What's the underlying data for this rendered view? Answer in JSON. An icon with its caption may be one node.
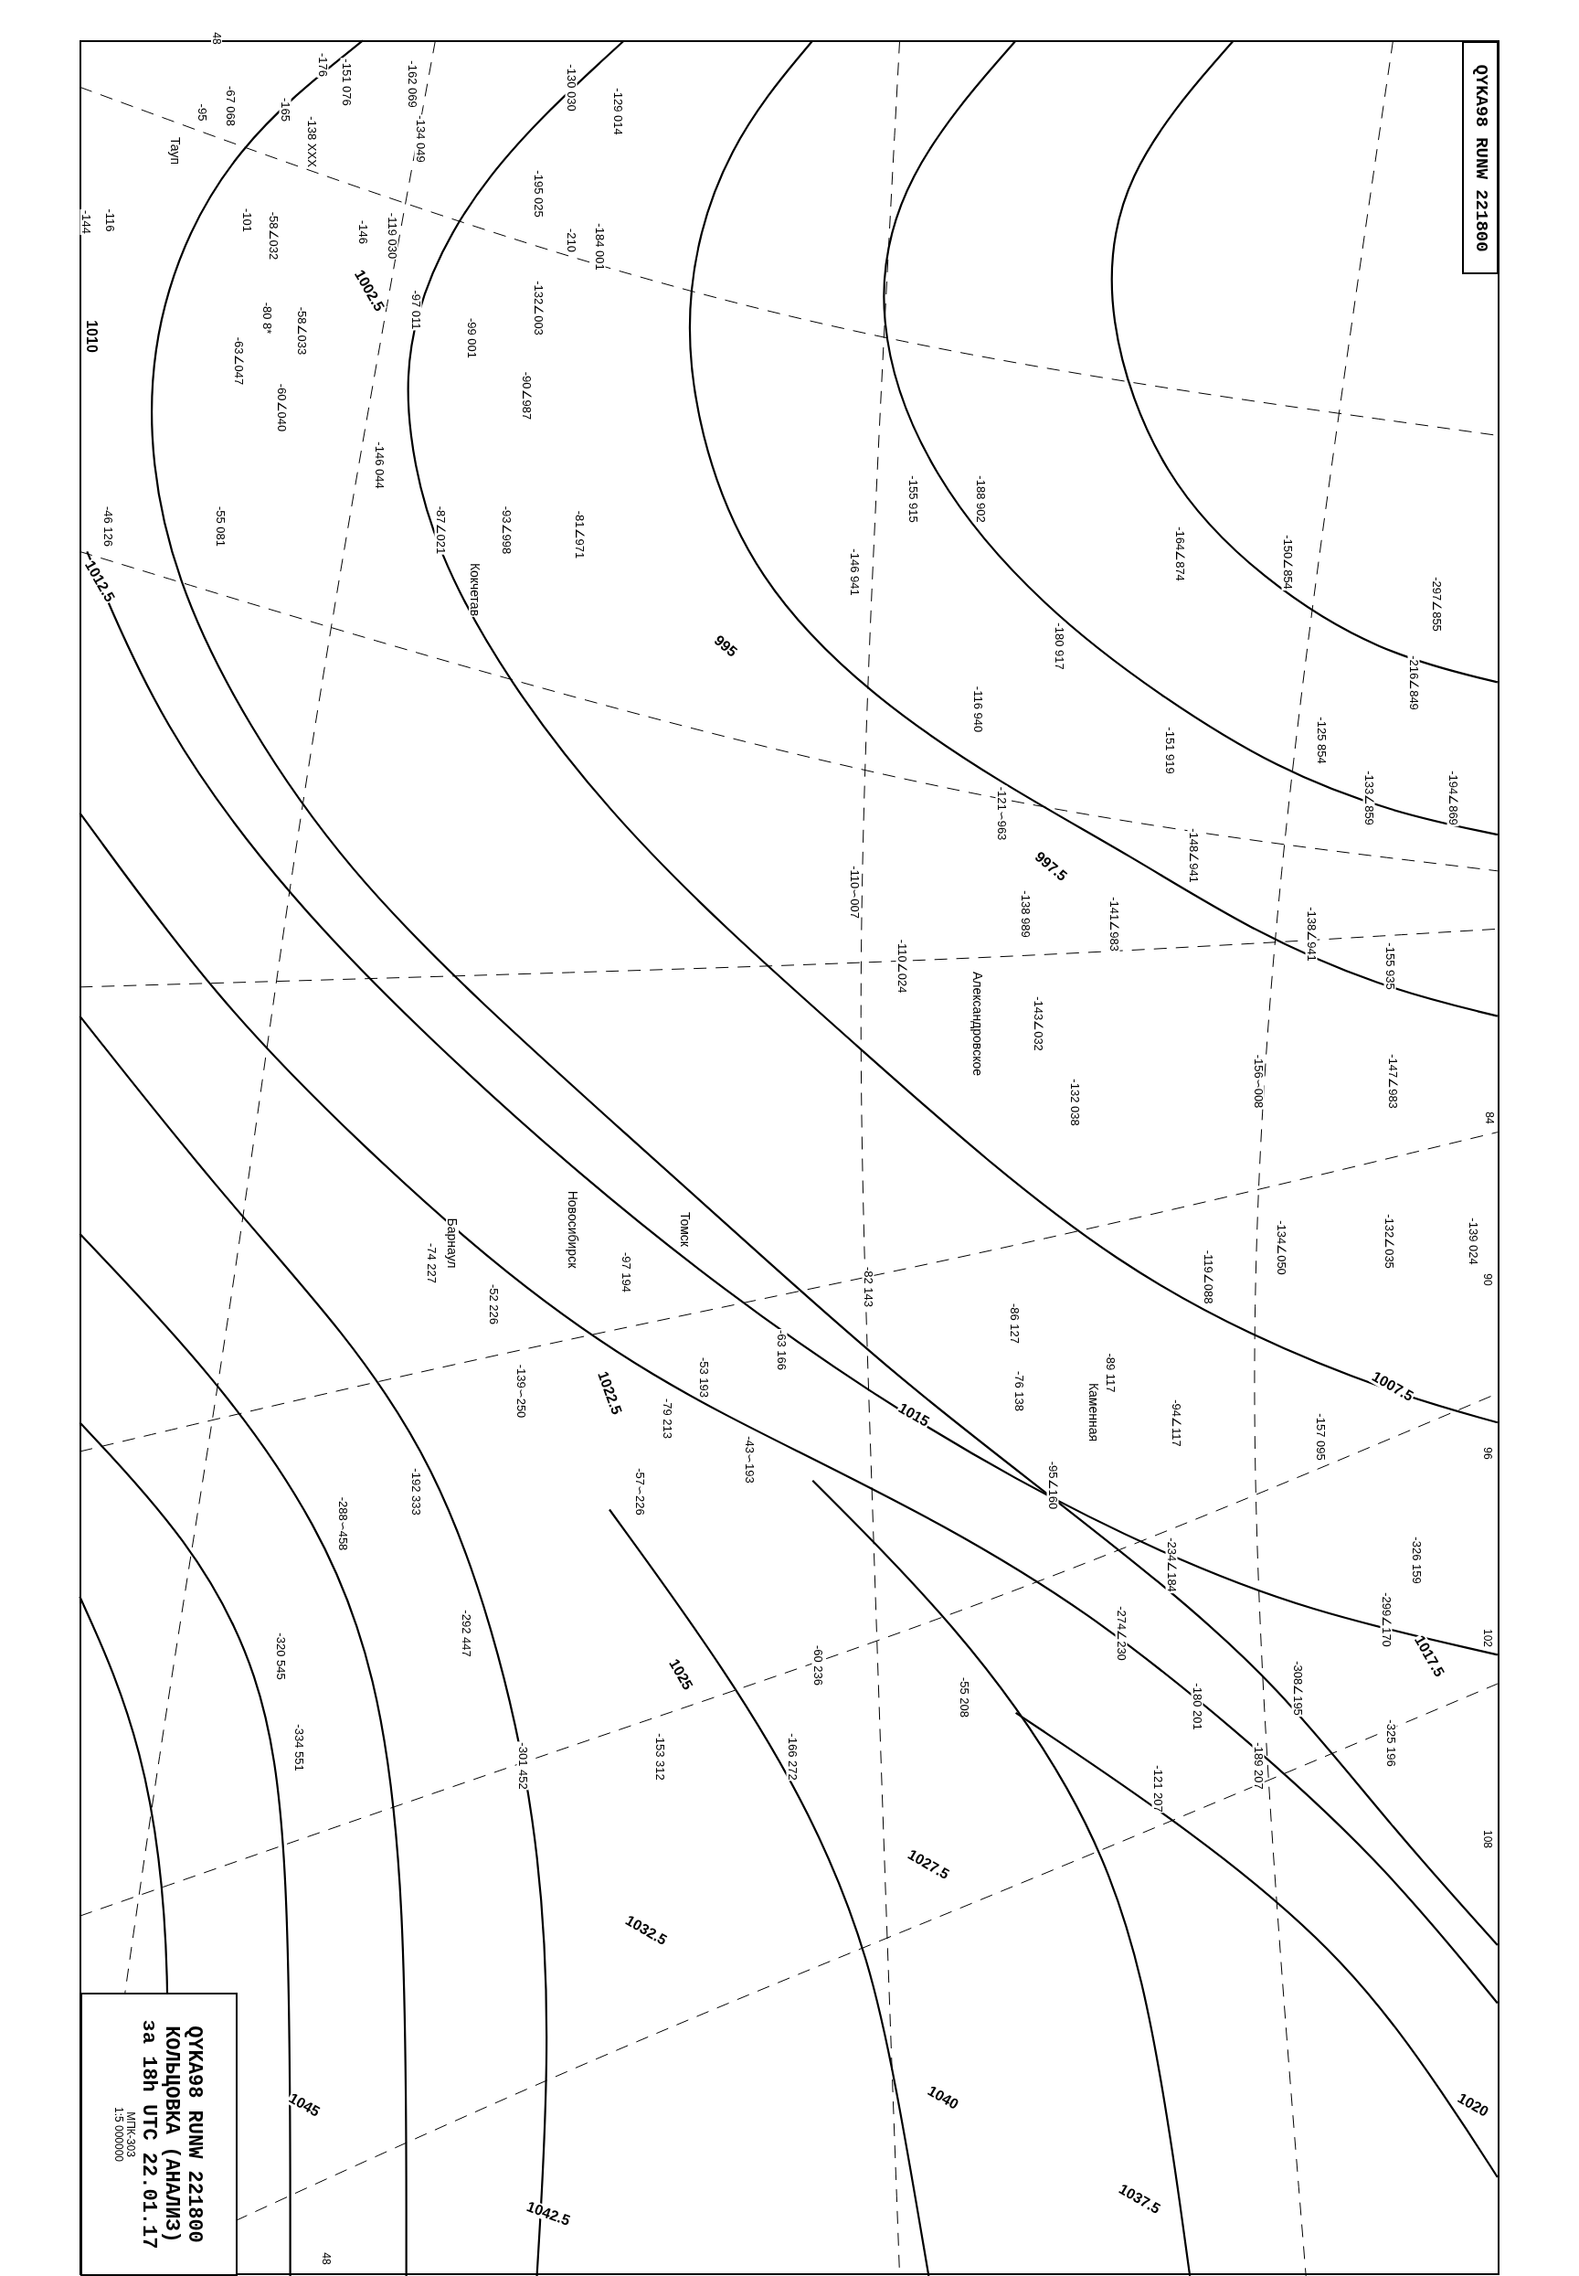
{
  "diagram": {
    "nodes": [
      {
        "text": [
          "QYKA98 RUNW 221800"
        ]
      },
      {
        "text": [
          "QYKA98 RUNW 221800",
          "КОЛЬЦОВКА (АНАЛИЗ)",
          "за 18h UTC 22.01.17",
          "МПК-303",
          "1:5 000000"
        ]
      }
    ],
    "labels": [
      "48",
      "Тауп",
      "-67 068",
      "-95",
      "-176",
      "-151 076",
      "-165",
      "-138 XXX",
      "-162 069",
      "-134 049",
      "-130 030",
      "-129 014",
      "-195 025",
      "-210",
      "-184 001",
      "-116",
      "-144",
      "1010",
      "-101",
      "-58∠032",
      "-146",
      "-119 030",
      "1002.5",
      "-58∠033",
      "-80 8*",
      "-97 011",
      "-99 001",
      "-132∠003",
      "-63∠047",
      "-60∠040",
      "-90∠987",
      "-146 044",
      "-46 126",
      "-55 081",
      "1012.5",
      "-87∠021",
      "-93∠998",
      "-81∠971",
      "Кокчетав",
      "-146 941",
      "-155 915",
      "-188 902",
      "995",
      "-164∠874",
      "-150∠854",
      "-297∠855",
      "-216∠849",
      "-180 917",
      "-116 940",
      "-151 919",
      "-125 854",
      "-133∠859",
      "-194∠869",
      "-121∽963",
      "-148∠941",
      "997.5",
      "-138 989",
      "-141∠983",
      "-110∽007",
      "-138∠941",
      "-155 935",
      "-110∠024",
      "Александровское",
      "-143∠032",
      "-156∽008",
      "-147∠983",
      "-132 038",
      "84",
      "-139 024",
      "-132∠035",
      "-134∠050",
      "-119∠088",
      "90",
      "-86 127",
      "-89 117",
      "-76 138",
      "-94∠117",
      "-157 095",
      "-82 143",
      "1007.5",
      "-95∠160",
      "Томск",
      "Новосибирск",
      "Барнаул",
      "-74 227",
      "-97 194",
      "-63 166",
      "-52 226",
      "Каменная",
      "1015",
      "-53 193",
      "-79 213",
      "-139∽250",
      "1022.5",
      "-43∽193",
      "-57∽226",
      "96",
      "-192 333",
      "-288∽458",
      "-234∠184",
      "-326 159",
      "-299∠170",
      "-274∠230",
      "-292 447",
      "-320 545",
      "1017.5",
      "-60 236",
      "1025",
      "-308∠195",
      "-55 208",
      "-180 201",
      "102",
      "-153 312",
      "-166 272",
      "-334 551",
      "-301 452",
      "-325 196",
      "-189 207",
      "-121 207",
      "108",
      "1027.5",
      "1032.5",
      "1045",
      "1040",
      "1020",
      "1037.5",
      "1042.5",
      "48"
    ]
  }
}
